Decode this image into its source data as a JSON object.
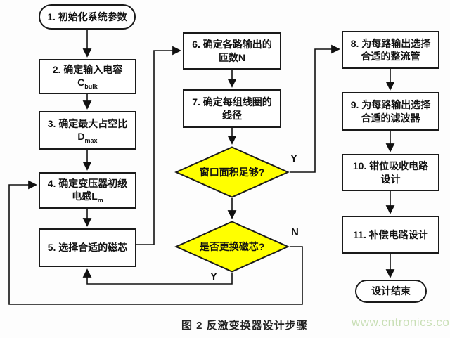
{
  "diagram": {
    "caption": "图 2 反激变换器设计步骤",
    "watermark": "www.cntronics.com",
    "colors": {
      "decision_fill": "#ffff00"
    },
    "nodes": {
      "start": {
        "label": "1. 初始化系统参数"
      },
      "n2": {
        "line1": "2. 确定输入电容",
        "sym": "C",
        "sub": "bulk"
      },
      "n3": {
        "line1": "3. 确定最大占空比",
        "sym": "D",
        "sub": "max"
      },
      "n4": {
        "line1": "4. 确定变压器初级",
        "line2": "电感L",
        "sub": "m"
      },
      "n5": {
        "label": "5. 选择合适的磁芯"
      },
      "n6": {
        "line1": "6. 确定各路输出的",
        "line2": "匝数N"
      },
      "n7": {
        "line1": "7. 确定每组线圈的",
        "line2": "线径"
      },
      "d1": {
        "label": "窗口面积足够?",
        "yes_label": "Y"
      },
      "d2": {
        "label": "是否更换磁芯?",
        "no_label": "N",
        "yes_label": "Y"
      },
      "n8": {
        "line1": "8. 为每路输出选择",
        "line2": "合适的整流管"
      },
      "n9": {
        "line1": "9. 为每路输出选择",
        "line2": "合适的滤波器"
      },
      "n10": {
        "line1": "10. 钳位吸收电路",
        "line2": "设计"
      },
      "n11": {
        "label": "11. 补偿电路设计"
      },
      "end": {
        "label": "设计结束"
      }
    }
  }
}
